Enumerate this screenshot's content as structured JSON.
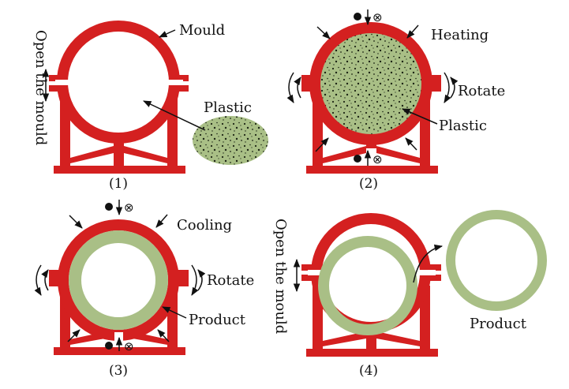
{
  "colors": {
    "mould": "#d42020",
    "plastic": "#a9bf86",
    "ink": "#111111"
  },
  "panel1": {
    "caption": "(1)",
    "mould_label": "Mould",
    "plastic_label": "Plastic",
    "open_label": "Open the mould"
  },
  "panel2": {
    "caption": "(2)",
    "heating_label": "Heating",
    "rotate_label": "Rotate",
    "plastic_label": "Plastic",
    "axis_symbol": "⊗"
  },
  "panel3": {
    "caption": "(3)",
    "cooling_label": "Cooling",
    "rotate_label": "Rotate",
    "product_label": "Product",
    "axis_symbol": "⊗"
  },
  "panel4": {
    "caption": "(4)",
    "open_label": "Open the mould",
    "product_label": "Product"
  }
}
